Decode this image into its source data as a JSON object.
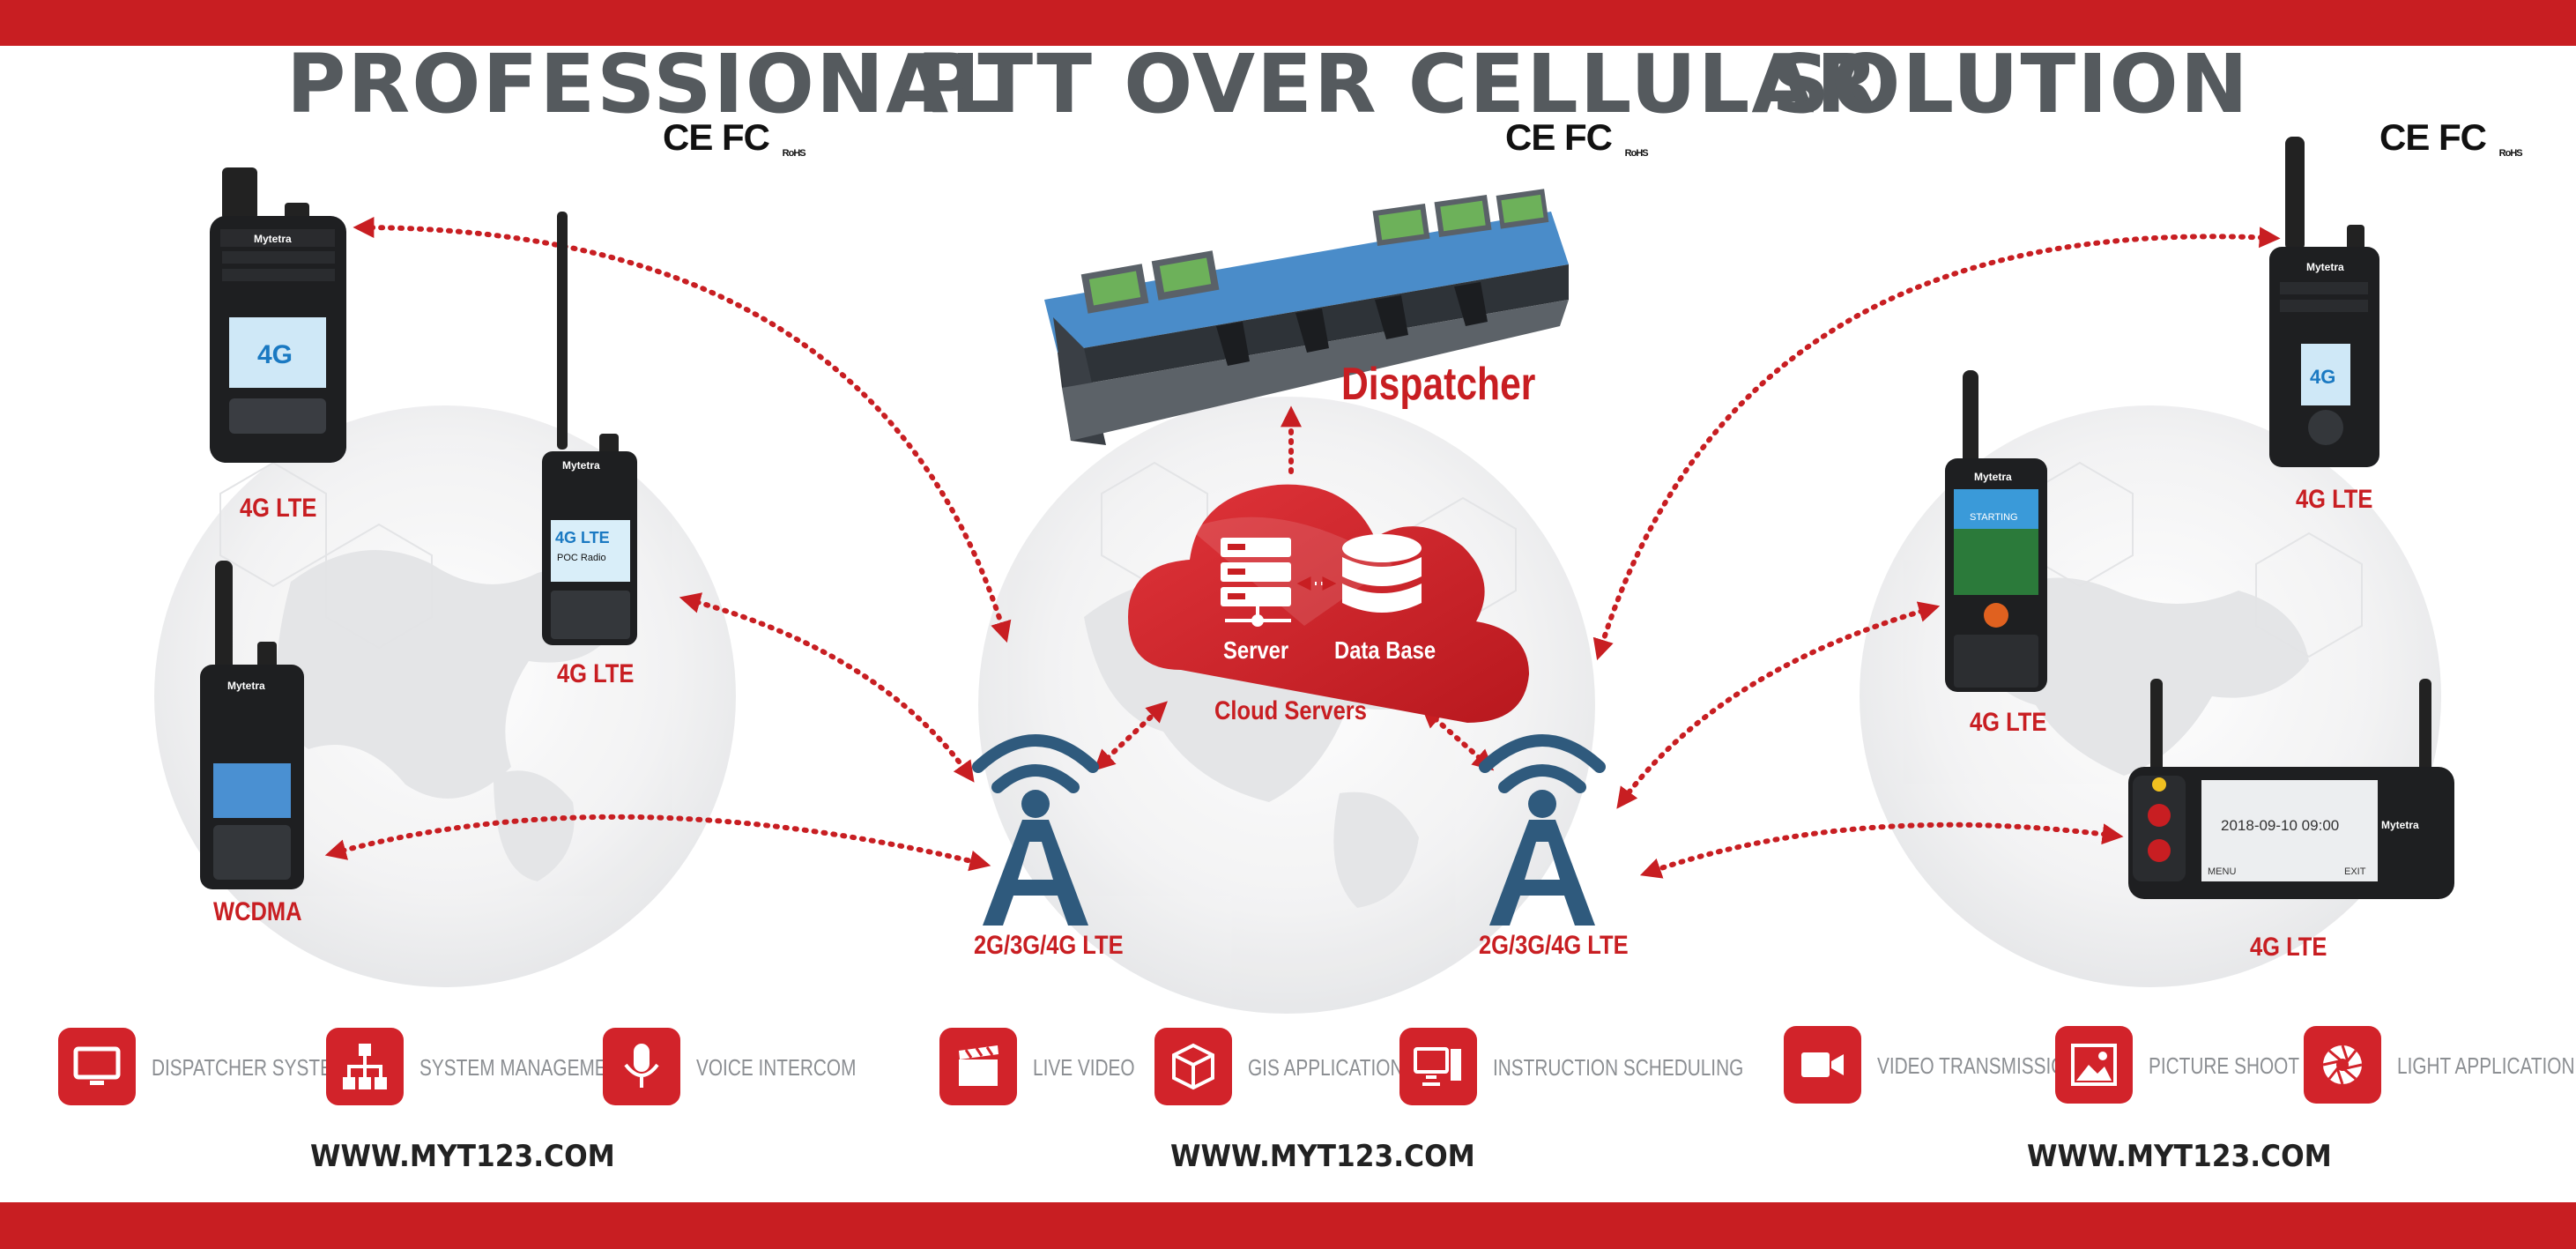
{
  "title": {
    "word1": "PROFESSIONAL",
    "word2": "PTT OVER CELLULAR",
    "word3": "SOLUTION"
  },
  "certifications": {
    "marks": "CE FC",
    "rohs": "RoHS"
  },
  "devices": {
    "left_top": {
      "network": "4G LTE",
      "brand": "Mytetra",
      "screen_text": "4G"
    },
    "left_mid": {
      "network": "4G LTE",
      "brand": "Mytetra",
      "screen_text": "4G LTE",
      "screen_sub": "POC Radio"
    },
    "left_bottom": {
      "network": "WCDMA",
      "brand": "Mytetra"
    },
    "right_top": {
      "network": "4G LTE",
      "brand": "Mytetra",
      "screen_text": "4G"
    },
    "right_mid": {
      "network": "4G LTE",
      "brand": "Mytetra",
      "screen_text": "STARTING"
    },
    "right_bottom": {
      "network": "4G LTE",
      "brand": "Mytetra",
      "screen_datetime": "2018-09-10  09:00",
      "menu": "MENU",
      "exit": "EXIT"
    }
  },
  "dispatcher": {
    "label": "Dispatcher"
  },
  "cloud": {
    "server_label": "Server",
    "database_label": "Data Base",
    "caption": "Cloud Servers"
  },
  "towers": {
    "left_label": "2G/3G/4G LTE",
    "right_label": "2G/3G/4G LTE"
  },
  "features": [
    {
      "label": "DISPATCHER SYSTEM",
      "icon": "monitor-icon"
    },
    {
      "label": "SYSTEM MANAGEMENT",
      "icon": "org-chart-icon"
    },
    {
      "label": "VOICE INTERCOM",
      "icon": "microphone-icon"
    },
    {
      "label": "LIVE VIDEO",
      "icon": "clapperboard-icon"
    },
    {
      "label": "GIS APPLICATION",
      "icon": "cube-icon"
    },
    {
      "label": "INSTRUCTION SCHEDULING",
      "icon": "desktop-computer-icon"
    },
    {
      "label": "VIDEO TRANSMISSION",
      "icon": "video-camera-icon"
    },
    {
      "label": "PICTURE SHOOT",
      "icon": "picture-icon"
    },
    {
      "label": "LIGHT APPLICATION",
      "icon": "aperture-icon"
    }
  ],
  "urls": [
    "WWW.MYT123.COM",
    "WWW.MYT123.COM",
    "WWW.MYT123.COM"
  ],
  "colors": {
    "accent": "#c81e22",
    "title": "#555a5e",
    "feature_text": "#8c8f93",
    "device": "#1e1f21"
  }
}
